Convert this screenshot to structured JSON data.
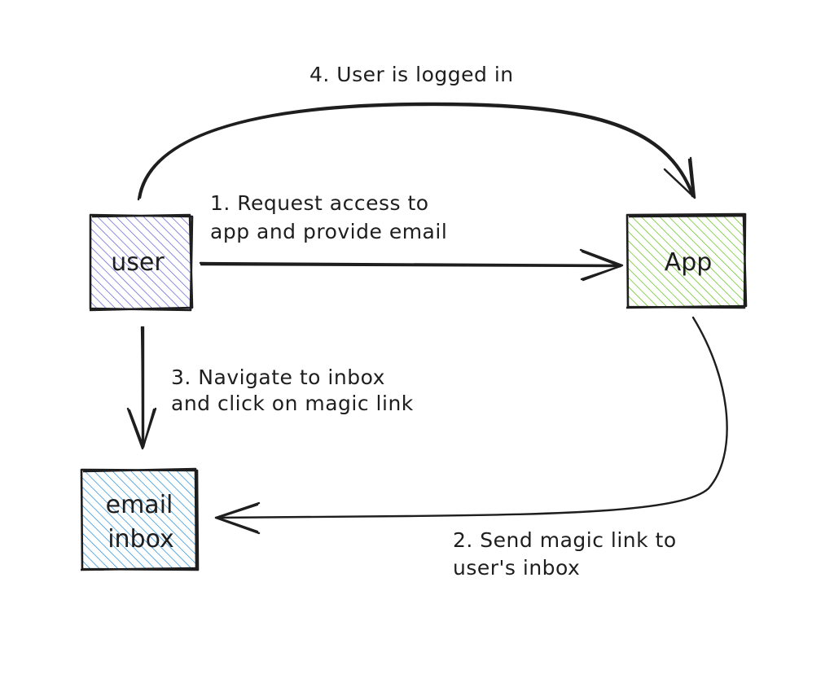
{
  "nodes": {
    "user": {
      "label": "user",
      "color": "#5b5bd6"
    },
    "app": {
      "label": "App",
      "color": "#5cbf10"
    },
    "email_inbox": {
      "label_line1": "email",
      "label_line2": "inbox",
      "color": "#1c8ad6"
    }
  },
  "edges": {
    "request": {
      "line1": "1. Request access to",
      "line2": "app and provide email"
    },
    "send": {
      "line1": "2. Send magic link to",
      "line2": "user's inbox"
    },
    "navigate": {
      "line1": "3. Navigate to inbox",
      "line2": "and click on magic link"
    },
    "logged_in": {
      "line1": "4. User is logged in"
    }
  }
}
